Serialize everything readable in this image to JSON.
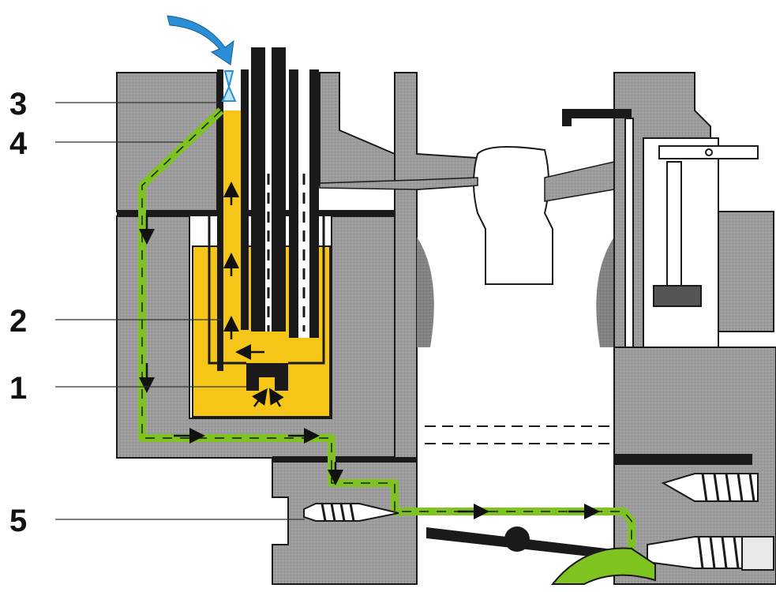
{
  "diagram": {
    "colors": {
      "body": "#9a9a9a",
      "body_dark": "#7d7d7d",
      "outline": "#1a1a1a",
      "fuel": "#f5c518",
      "idle_circuit": "#7ec31f",
      "air_arrow": "#2a8fd6",
      "air_channel": "#bfe3f7"
    },
    "callouts": [
      {
        "label": "3",
        "target": "air-bleed-correction-jet"
      },
      {
        "label": "4",
        "target": "idle-air-bleed"
      },
      {
        "label": "2",
        "target": "idle-fuel-pickup"
      },
      {
        "label": "1",
        "target": "main-jet"
      },
      {
        "label": "5",
        "target": "idle-mixture-screw"
      }
    ],
    "icons": [
      "air-inlet-arrow-icon",
      "flow-arrow-icon"
    ]
  }
}
